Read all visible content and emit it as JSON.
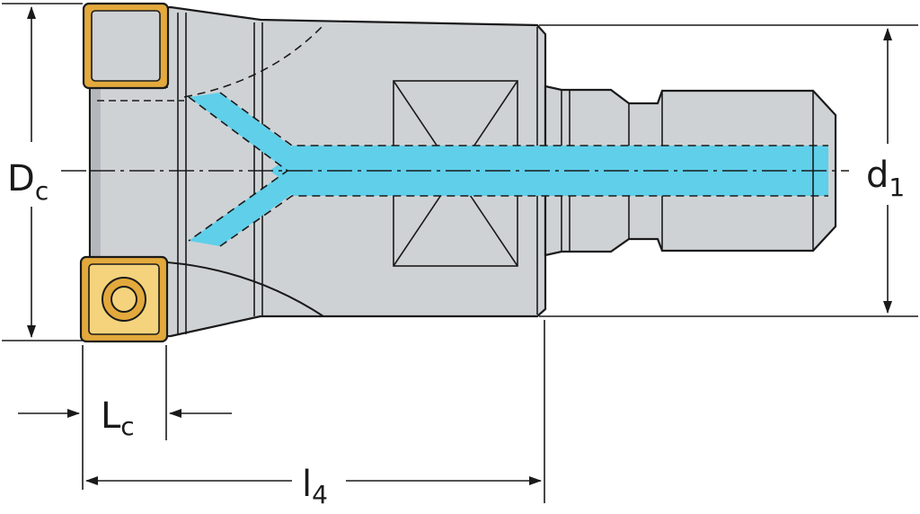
{
  "labels": {
    "dc": {
      "main": "D",
      "sub": "c"
    },
    "d1": {
      "main": "d",
      "sub": "1"
    },
    "lc": {
      "main": "L",
      "sub": "c"
    },
    "l4": {
      "main": "l",
      "sub": "4"
    }
  },
  "colors": {
    "body": "#cfd2d5",
    "body_dark": "#b4b8bc",
    "outline": "#1a1a1a",
    "coolant": "#5fcfea",
    "insert": "#e3a93c",
    "insert_light": "#f4d37c",
    "background": "#ffffff"
  }
}
